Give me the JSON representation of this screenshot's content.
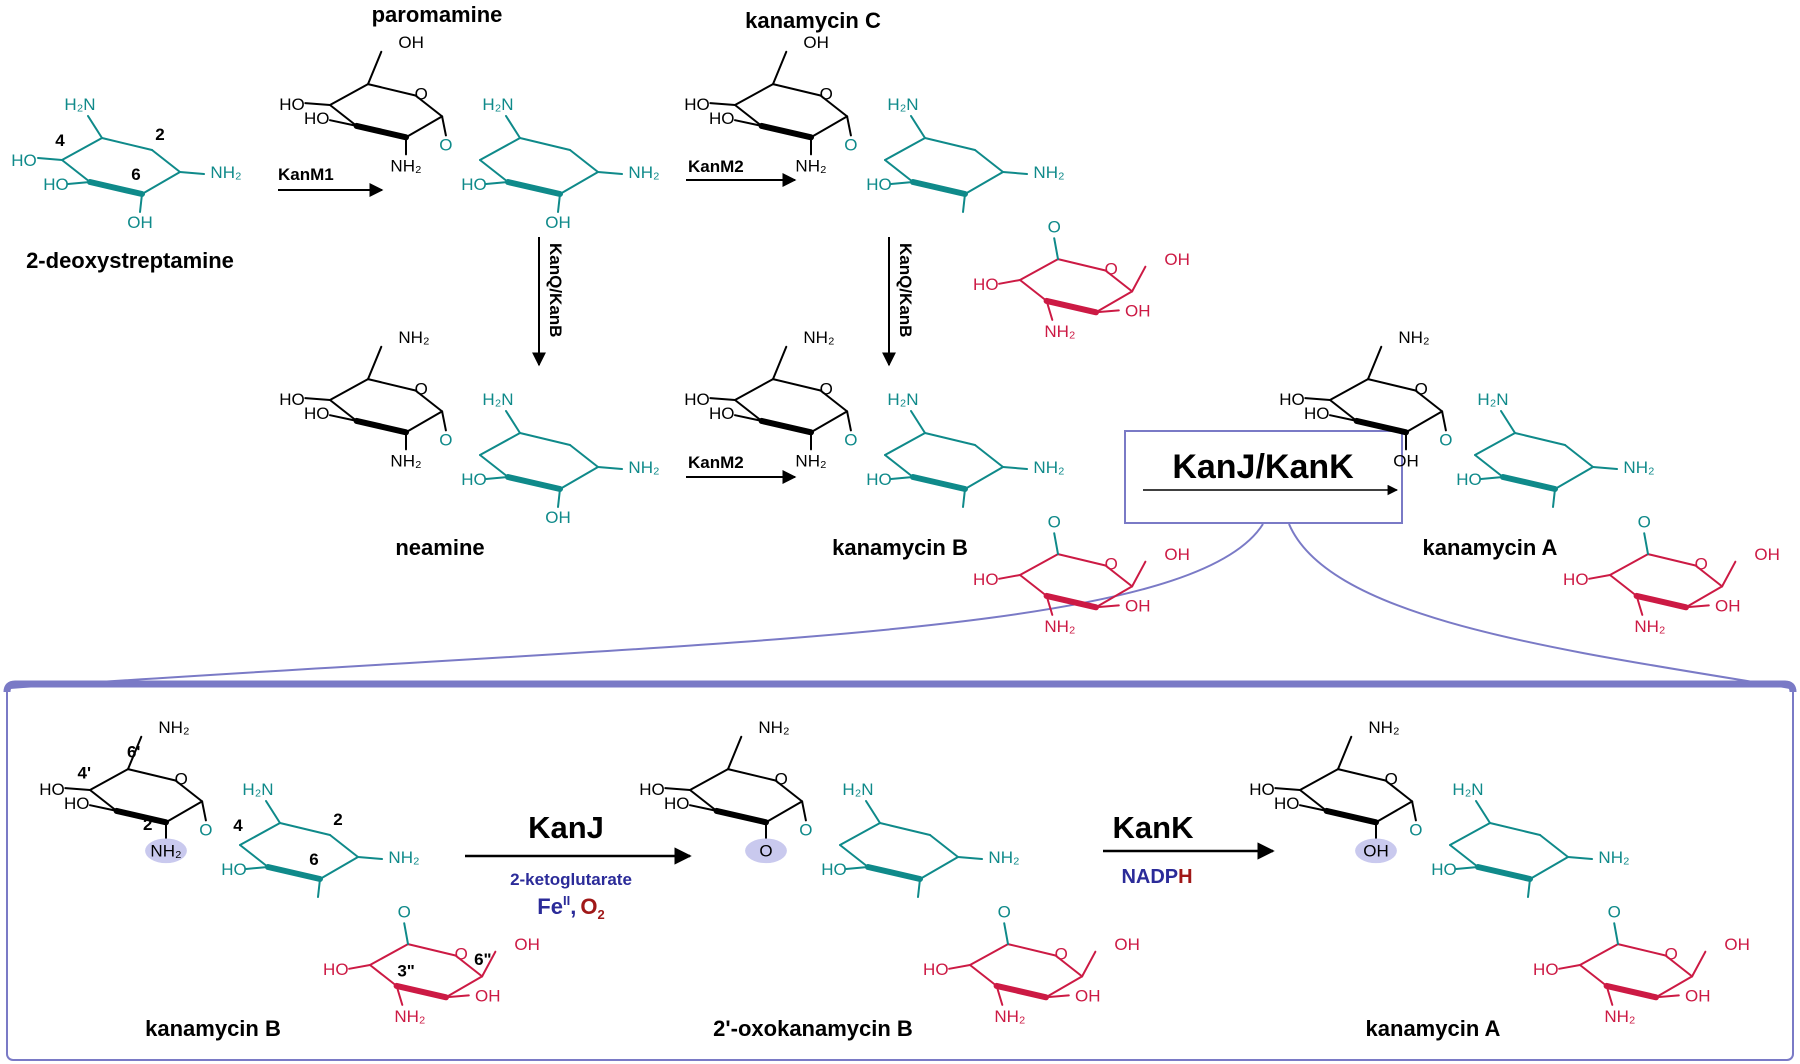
{
  "colors": {
    "glucose": "#000000",
    "deoxystreptamine": "#0f8a8a",
    "kanosamine": "#cc1a44",
    "box": "#7a7ac6",
    "highlight": "#c9c9ee",
    "cofactor_blue": "#2b2b99",
    "cofactor_red": "#a01818"
  },
  "compounds": {
    "deoxystreptamine": "2-deoxystreptamine",
    "paromamine": "paromamine",
    "kanamycin_c": "kanamycin C",
    "neamine": "neamine",
    "kanamycin_b": "kanamycin B",
    "kanamycin_a": "kanamycin A",
    "oxokanamycin_b": "2'-oxokanamycin B"
  },
  "enzymes": {
    "kanm1": "KanM1",
    "kanm2": "KanM2",
    "kanq_kanb": "KanQ/KanB",
    "kanj_kank": "KanJ/KanK",
    "kanj": "KanJ",
    "kank": "KanK"
  },
  "cofactors": {
    "ketoglutarate": "2-ketoglutarate",
    "fe": "Fe",
    "fe_sup": "II",
    "comma": ",",
    "o2": "O",
    "o2_sub": "2",
    "nadp": "NADP",
    "h": "H"
  },
  "groups": {
    "ho": "HO",
    "oh": "OH",
    "h2n": "H₂N",
    "nh2": "NH₂",
    "o": "O"
  },
  "numbers": {
    "n2": "2",
    "n4": "4",
    "n6": "6",
    "n2p": "2'",
    "n4p": "4'",
    "n6p": "6'",
    "n3pp": "3\"",
    "n6pp": "6\""
  }
}
